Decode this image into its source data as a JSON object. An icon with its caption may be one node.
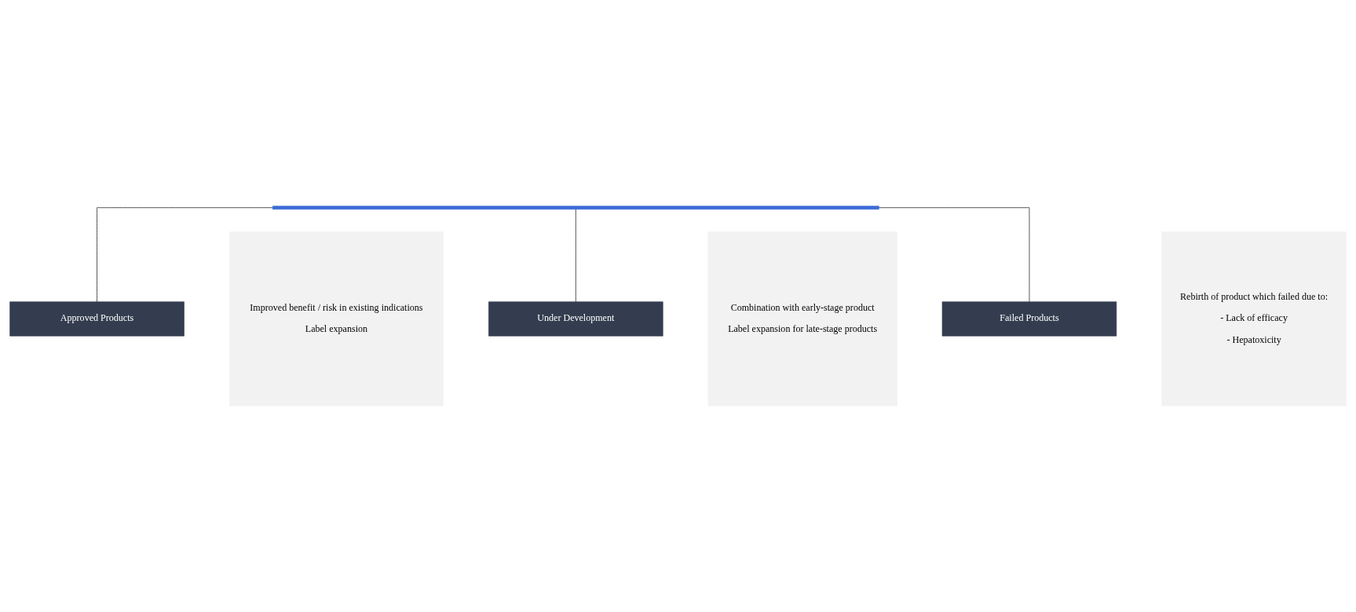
{
  "diagram": {
    "nodes": [
      {
        "text": [],
        "shape": "bar"
      },
      {
        "text": [
          "Approved Products"
        ]
      },
      {
        "text": [
          "Under Development"
        ]
      },
      {
        "text": [
          "Failed Products"
        ]
      },
      {
        "text": [
          "Improved benefit / risk in existing indications",
          "Label expansion"
        ]
      },
      {
        "text": [
          "Combination with early-stage product",
          "Label expansion for late-stage products"
        ]
      },
      {
        "text": [
          "Rebirth of product which failed due to:",
          "- Lack of efficacy",
          "- Hepatoxicity"
        ]
      }
    ],
    "edges": [
      {
        "from": 0,
        "to": 1,
        "arrow": "none"
      },
      {
        "from": 0,
        "to": 2,
        "arrow": "none"
      },
      {
        "from": 0,
        "to": 3,
        "arrow": "none"
      }
    ]
  }
}
